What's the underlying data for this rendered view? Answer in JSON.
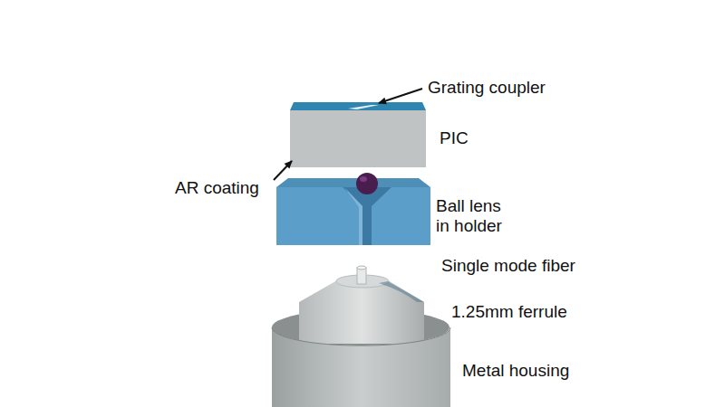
{
  "diagram": {
    "labels": [
      "Grating coupler",
      "PIC",
      "AR coating",
      "Ball lens in holder",
      "Single mode fiber",
      "1.25mm ferrule",
      "Metal housing"
    ]
  }
}
